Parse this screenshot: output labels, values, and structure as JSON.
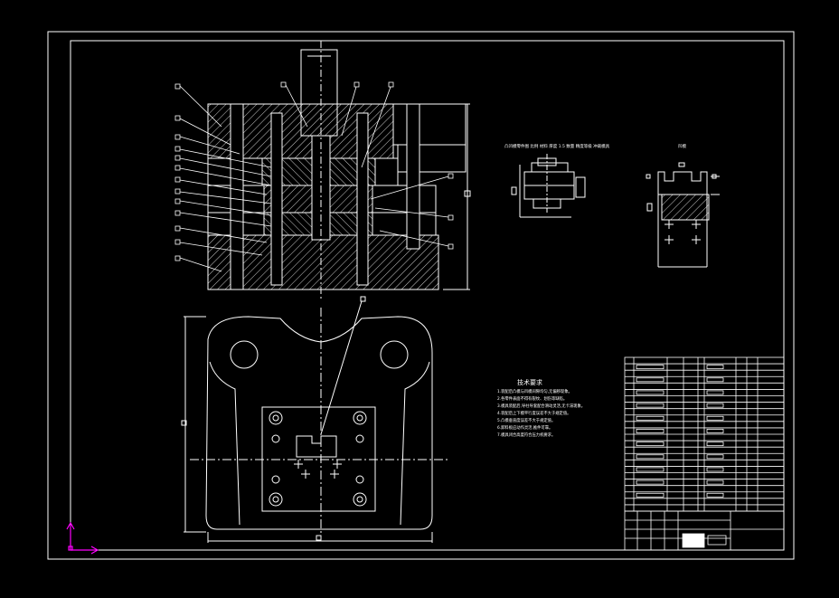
{
  "colors": {
    "background": "#000000",
    "line": "#ffffff",
    "ucs_icon": "#ff00ff",
    "hatch": "#ffffff"
  },
  "views": {
    "main_section": {
      "kind": "die-assembly-section"
    },
    "plan": {
      "kind": "die-plan-view"
    },
    "detail_a": {
      "kind": "part-detail"
    },
    "detail_b": {
      "kind": "part-detail"
    }
  },
  "technical_requirements": {
    "title": "技术要求",
    "lines": [
      "1.装配后凸模与凹模间隙均匀,无偏移现象。",
      "2.各零件表面不得有裂纹、划伤等缺陷。",
      "3.模具装配后,导柱导套配合滑动灵活,无卡滞现象。",
      "4.装配后上下模平行度误差不大于规定值。",
      "5.凸模垂直度误差不大于规定值。",
      "6.卸料板应动作灵活,推件可靠。",
      "7.模具闭合高度符合压力机要求。"
    ]
  },
  "title_block": {
    "present": true
  },
  "ucs_icon": {
    "name": "ucs-icon"
  }
}
